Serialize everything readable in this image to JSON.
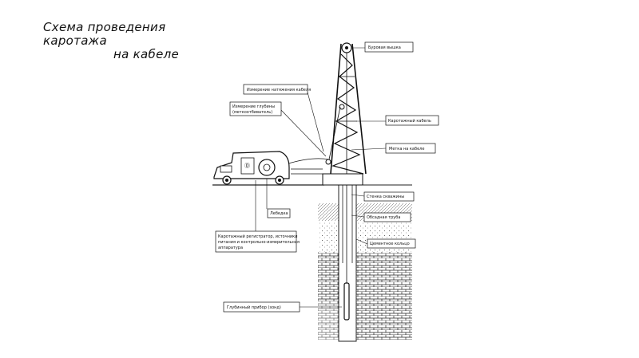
{
  "title": {
    "line1": "Схема проведения",
    "line2": "каротажа",
    "line3": "на кабеле"
  },
  "labels": {
    "derrick": "Буровая вышка",
    "cable_tension": "Измерение натяжения кабеля",
    "depth_meas_1": "Измерение глубины",
    "depth_meas_2": "(меткоотбиватель)",
    "logging_cable": "Каротажный кабель",
    "cable_mark": "Метка на кабеле",
    "borehole_wall": "Стенка скважины",
    "casing": "Обсадная труба",
    "cement_ring": "Цементное кольцо",
    "winch": "Лебедка",
    "recorder_1": "Каротажный регистратор, источники",
    "recorder_2": "питания и контрольно-измерительная",
    "recorder_3": "аппаратура",
    "downhole_tool": "Глубинный прибор (зонд)"
  }
}
